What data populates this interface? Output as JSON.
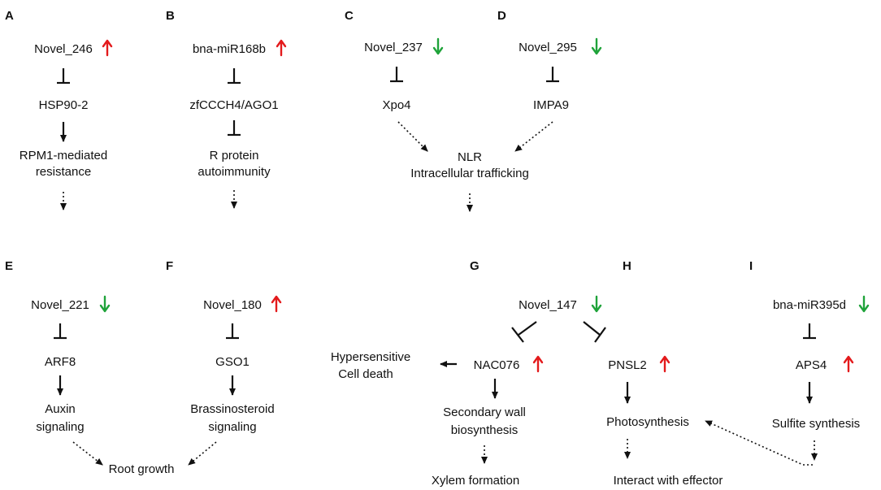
{
  "colors": {
    "up_arrow": "#e31a1c",
    "down_arrow": "#1fa33a",
    "ink": "#111111"
  },
  "panels": {
    "A": {
      "letter": "A",
      "mirna": "Novel_246",
      "trend": "up",
      "target": "HSP90-2",
      "process_line1": "RPM1-mediated",
      "process_line2": "resistance"
    },
    "B": {
      "letter": "B",
      "mirna": "bna-miR168b",
      "trend": "up",
      "target": "zfCCCH4/AGO1",
      "process_line1": "R protein",
      "process_line2": "autoimmunity"
    },
    "C": {
      "letter": "C",
      "mirna": "Novel_237",
      "trend": "down",
      "target": "Xpo4"
    },
    "D": {
      "letter": "D",
      "mirna": "Novel_295",
      "trend": "down",
      "target": "IMPA9"
    },
    "CD": {
      "process_line1": "NLR",
      "process_line2": "Intracellular trafficking"
    },
    "E": {
      "letter": "E",
      "mirna": "Novel_221",
      "trend": "down",
      "target": "ARF8",
      "process_line1": "Auxin",
      "process_line2": "signaling"
    },
    "F": {
      "letter": "F",
      "mirna": "Novel_180",
      "trend": "up",
      "target": "GSO1",
      "process_line1": "Brassinosteroid",
      "process_line2": "signaling"
    },
    "EF": {
      "outcome": "Root growth"
    },
    "G": {
      "letter": "G",
      "mirna": "Novel_147",
      "trend": "down",
      "target": "NAC076",
      "target_trend": "up",
      "side_line1": "Hypersensitive",
      "side_line2": "Cell death",
      "process_line1": "Secondary wall",
      "process_line2": "biosynthesis",
      "outcome": "Xylem formation"
    },
    "H": {
      "letter": "H",
      "target": "PNSL2",
      "target_trend": "up",
      "process": "Photosynthesis",
      "outcome": "Interact with effector"
    },
    "I": {
      "letter": "I",
      "mirna": "bna-miR395d",
      "trend": "down",
      "target": "APS4",
      "target_trend": "up",
      "process": "Sulfite  synthesis"
    }
  }
}
